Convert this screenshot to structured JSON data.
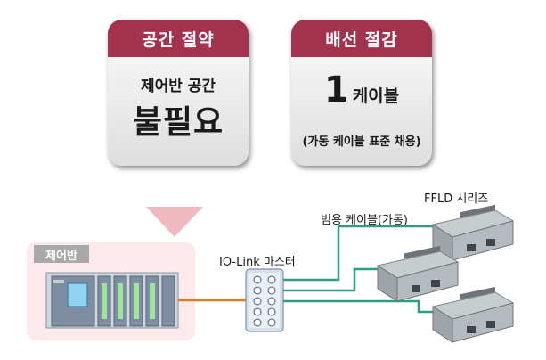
{
  "badges": [
    {
      "title": "공간 절약",
      "line1": "제어반 공간",
      "line2": "불필요"
    },
    {
      "title": "배선 절감",
      "number": "1",
      "unit": "케이블",
      "note": "(가동 케이블 표준 채용)"
    }
  ],
  "labels": {
    "control_panel": "제어반",
    "master": "IO-Link 마스터",
    "cable": "범용 케이블(가동)",
    "series": "FFLD 시리즈"
  },
  "colors": {
    "badge_header": "#a3324f",
    "arrow": "#f0b9c2",
    "panel_bg": "#fbe9ec",
    "orange_cable": "#e07a1a",
    "green_cable": "#2a9d83"
  }
}
